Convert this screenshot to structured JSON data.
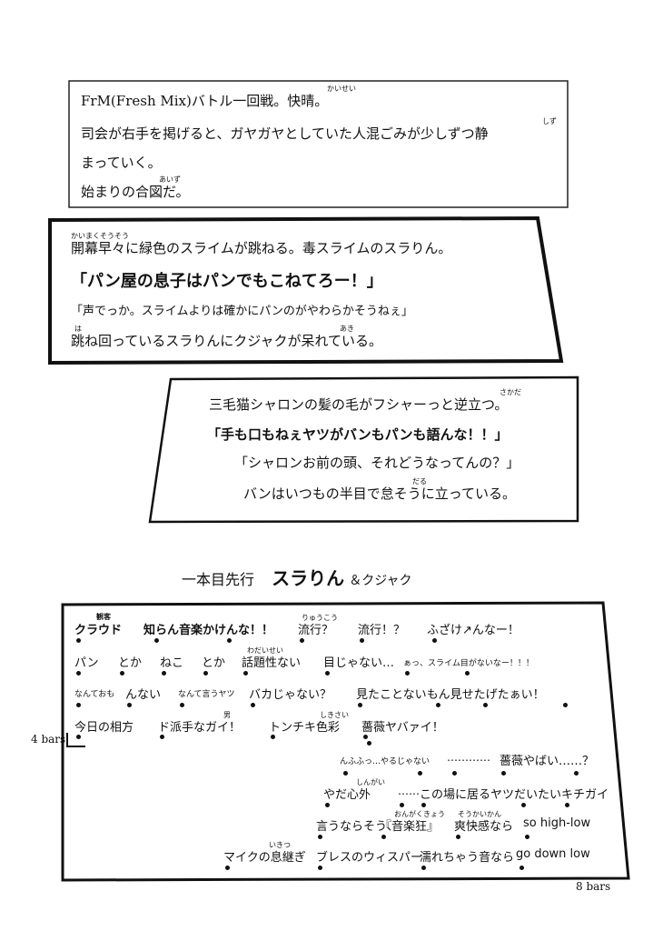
{
  "narration1": {
    "line1": "FrM(Fresh Mix)バトル一回戦。快晴。",
    "line1_ruby": "かいせい",
    "line2": "司会が右手を掲げると、ガヤガヤとしていた人混ごみが少しずつ静",
    "line2_ruby": "しず",
    "line3": "まっていく。",
    "line4": "始まりの合図だ。",
    "line4_ruby": "あいず"
  },
  "narration2": {
    "line1": "開幕早々に緑色のスライムが跳ねる。毒スライムのスラりん。",
    "line1_ruby": "かいまくそうそう",
    "shout": "「パン屋の息子はパンでもこねてろー！」",
    "line3": "「声でっか。スライムよりは確かにパンのがやわらかそうねぇ」",
    "line4": "跳ね回っているスラりんにクジャクが呆れている。",
    "line4_ruby_a": "は",
    "line4_ruby_b": "あき"
  },
  "narration3": {
    "line1": "三毛猫シャロンの髪の毛がフシャーっと逆立つ。",
    "line1_ruby": "さかだ",
    "shout": "「手も口もねぇヤツがバンもパンも語んな！！」",
    "line3": "「シャロンお前の頭、それどうなってんの？」",
    "line4": "バンはいつもの半目で怠そうに立っている。",
    "line4_ruby": "だる"
  },
  "heading": {
    "prefix": "一本目先行",
    "name": "スラりん",
    "suffix": "＆クジャク"
  },
  "lyrics": {
    "row1": {
      "crowd_ruby": "観客",
      "crowd": "クラウド",
      "a": "知らん音楽かけんな！！",
      "b_ruby": "りゅうこう",
      "b": "流行？",
      "c": "流行！？",
      "d": "ふざけ↗んなー！"
    },
    "row2": {
      "a": "パン",
      "b": "とか",
      "c": "ねこ",
      "d": "とか",
      "e_ruby": "わだいせい",
      "e": "話題性ない",
      "f": "目じゃない…",
      "g": "ぁっ、スライム目がないなー！！！"
    },
    "row3": {
      "a": "なんておも",
      "b": "んない",
      "c": "なんて言うヤツ",
      "d": "バカじゃない？",
      "e": "見たことないもん見せたげたぁい！"
    },
    "row4": {
      "a": "今日の相方",
      "b_ruby": "男",
      "b": "ド派手なガイ！",
      "c_ruby": "しきさい",
      "c": "トンチキ色彩",
      "d": "薔薇ヤバァイ！"
    },
    "row5": {
      "a": "んふふっ…やるじゃない",
      "b": "…………",
      "c": "薔薇やばい……？"
    },
    "row6": {
      "a_ruby": "しんがい",
      "a": "やだ心外",
      "b": "……",
      "c": "この場に居るヤツだいたいキチガイ"
    },
    "row7": {
      "a": "言うならそう、",
      "b_ruby": "おんがくきょう",
      "b": "『音楽狂』",
      "c_ruby": "そうかいかん",
      "c": "爽快感なら",
      "d": "so high-low"
    },
    "row8": {
      "a_ruby": "いきつ",
      "a": "マイクの息継ぎ",
      "b": "ブレスのウィスパー",
      "c": "濡れちゃう音なら",
      "d": "go down low"
    }
  },
  "bars": {
    "four": "4 bars",
    "eight": "8 bars"
  }
}
